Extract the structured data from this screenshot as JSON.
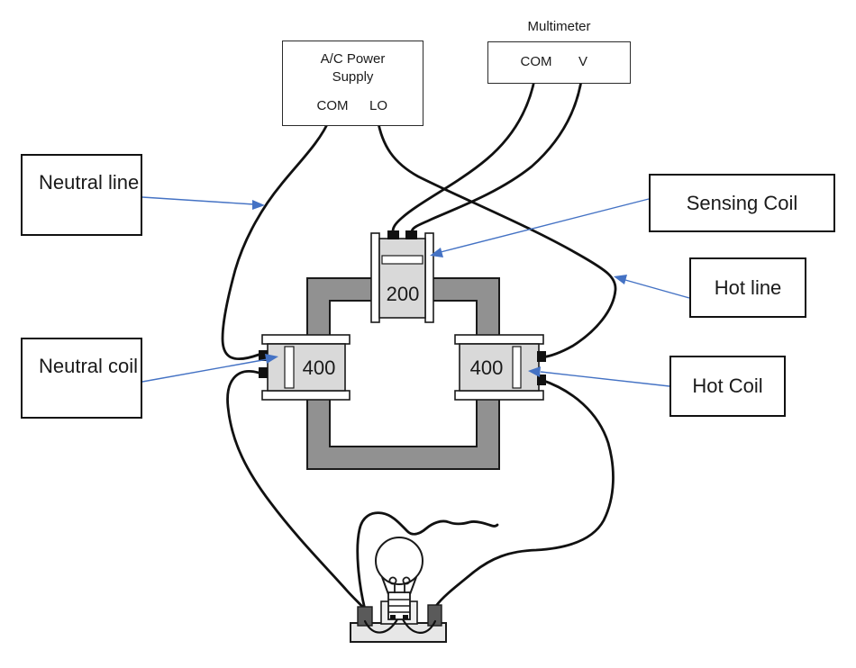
{
  "power_supply": {
    "title": "A/C Power Supply",
    "terminal_com": "COM",
    "terminal_lo": "LO"
  },
  "multimeter": {
    "title": "Multimeter",
    "terminal_com": "COM",
    "terminal_v": "V"
  },
  "coils": {
    "sensing_turns": "200",
    "neutral_turns": "400",
    "hot_turns": "400"
  },
  "callouts": {
    "neutral_line": "Neutral line",
    "neutral_coil": "Neutral coil",
    "sensing_coil": "Sensing Coil",
    "hot_line": "Hot line",
    "hot_coil": "Hot Coil"
  },
  "colors": {
    "core_gray": "#919191",
    "coil_body_gray": "#d9d9d9",
    "flange_white": "#ffffff",
    "wire_black": "#111111",
    "callout_arrow_blue": "#4472c4",
    "bulb_base_gray": "#e7e7e7",
    "post_dark_gray": "#5a5a5a"
  }
}
